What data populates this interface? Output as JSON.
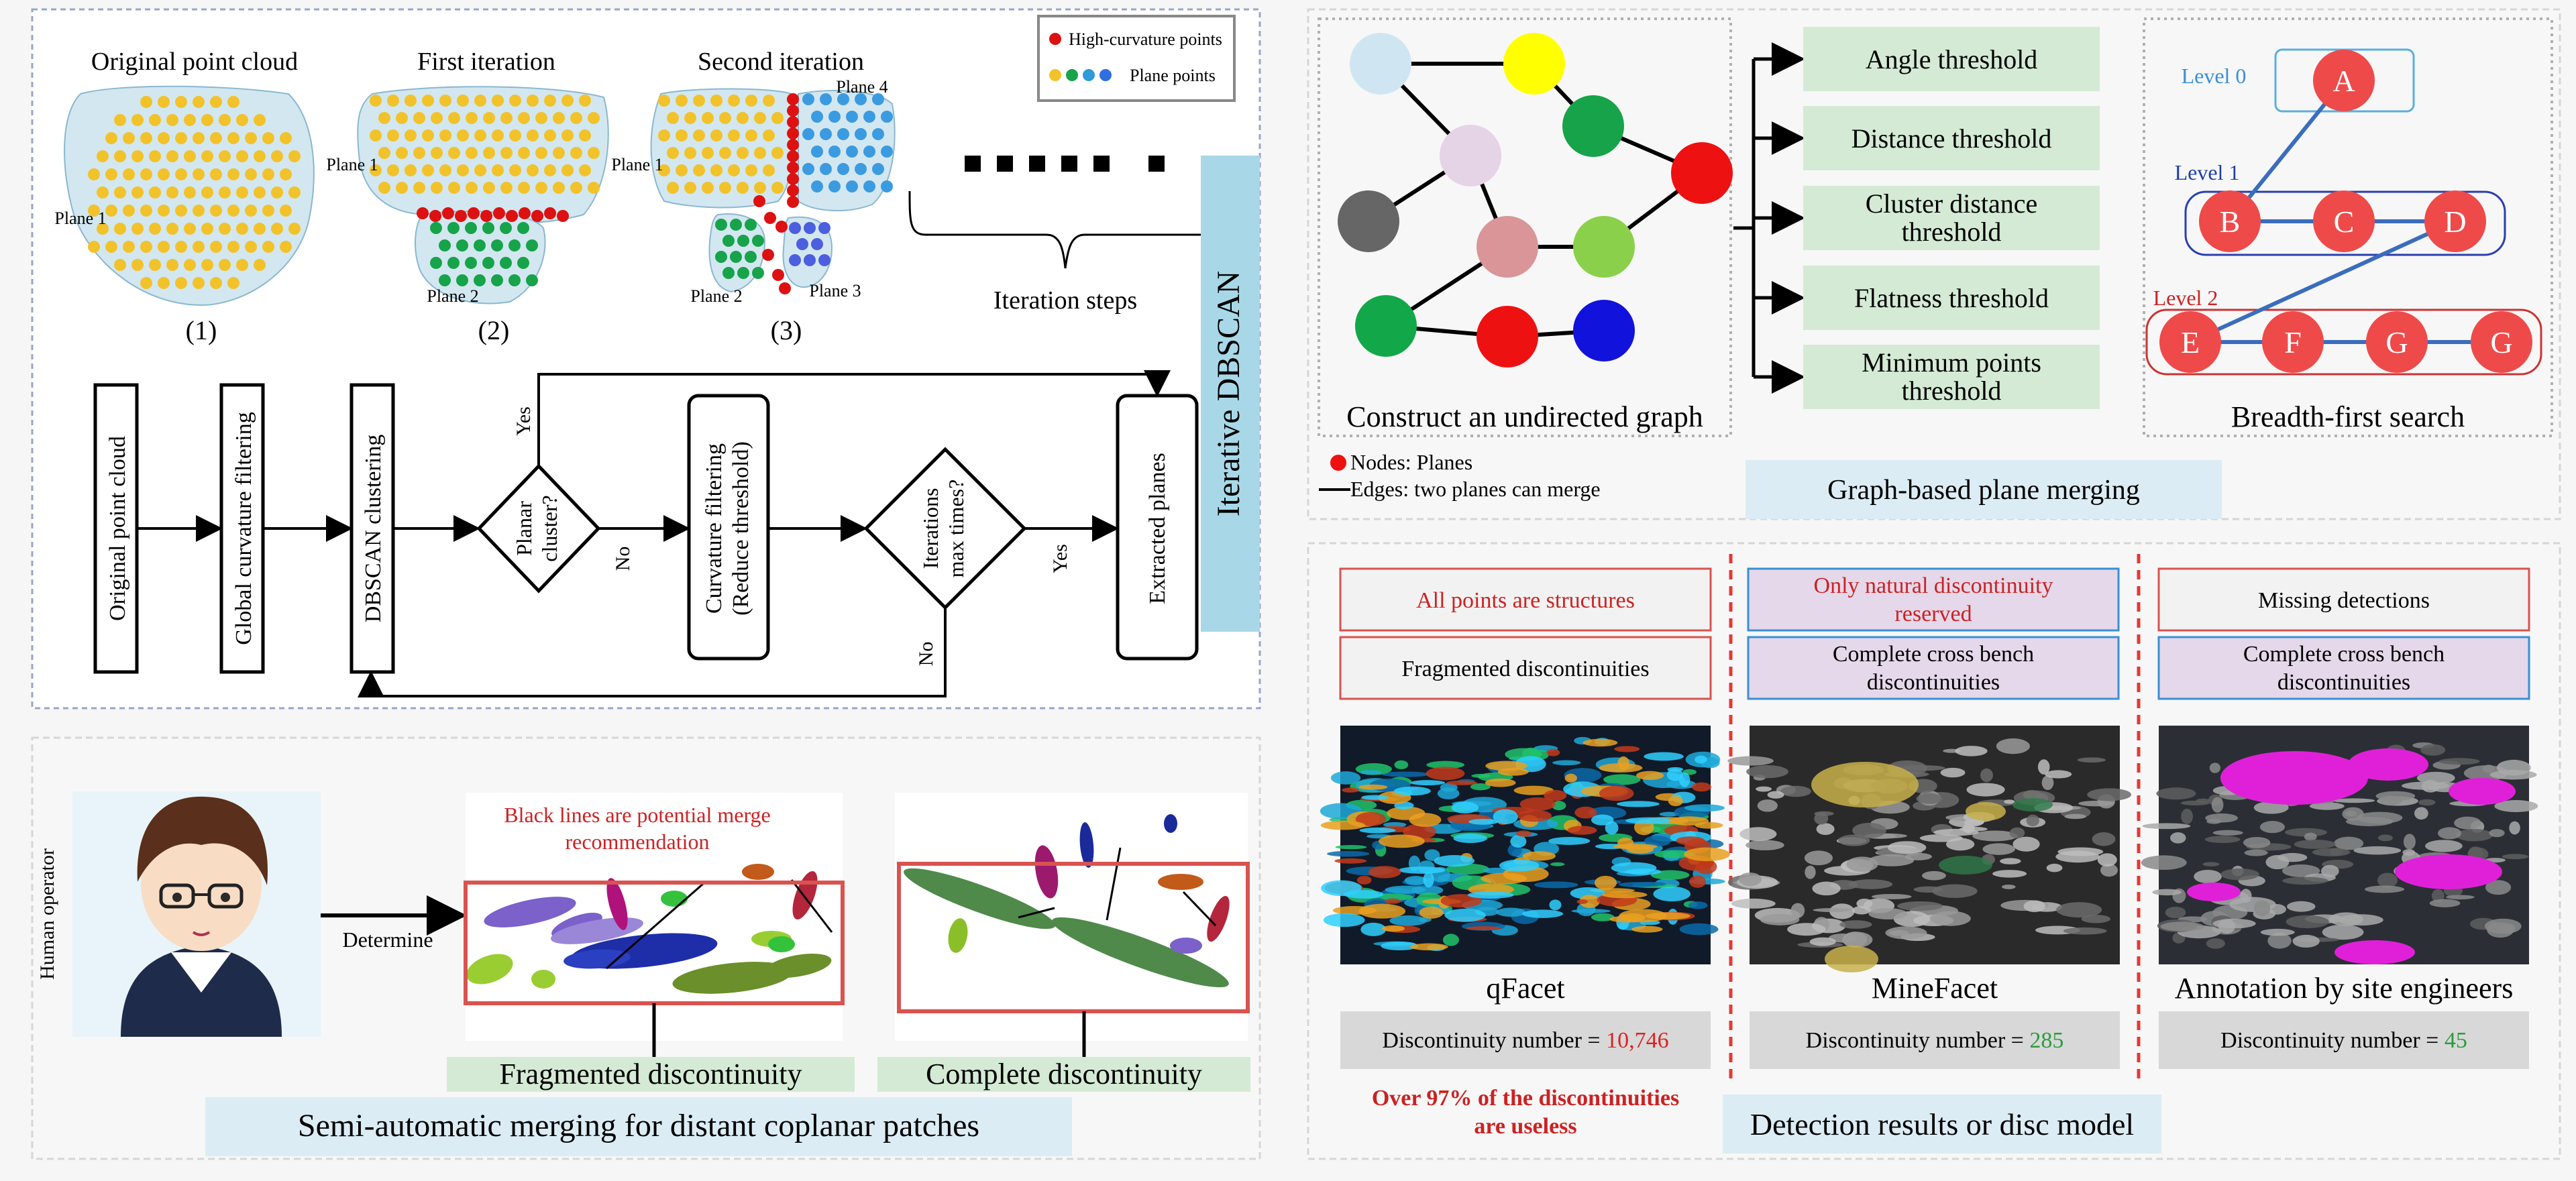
{
  "iterative": {
    "stage_titles": [
      "Original point cloud",
      "First iteration",
      "Second iteration"
    ],
    "stage_numbers": [
      "(1)",
      "(2)",
      "(3)"
    ],
    "plane_labels": {
      "p1a": "Plane 1",
      "p1b": "Plane 1",
      "p1c": "Plane 1",
      "p2a": "Plane 2",
      "p2b": "Plane 2",
      "p3": "Plane 3",
      "p4": "Plane 4"
    },
    "legend": {
      "high_curv": "High-curvature points",
      "plane_pts": "Plane points",
      "colors": {
        "high": "#dd1111",
        "p1": "#f2c22b",
        "p2": "#16a34a",
        "p3": "#2f7ff0",
        "p4": "#2f6fe0"
      }
    },
    "iteration_steps": "Iteration steps",
    "side_title": "Iterative DBSCAN",
    "flow": {
      "original": "Original point cloud",
      "global": "Global curvature filtering",
      "dbscan": "DBSCAN clustering",
      "planar": [
        "Planar",
        "cluster?"
      ],
      "curv": [
        "Curvature filtering",
        "(Reduce threshold)"
      ],
      "iter": [
        "Iterations",
        "max times?"
      ],
      "extracted": "Extracted planes",
      "yes1": "Yes",
      "no1": "No",
      "yes2": "Yes",
      "no2": "No"
    }
  },
  "graph": {
    "caption": "Construct an undirected graph",
    "legend_nodes": "Nodes: Planes",
    "legend_edges": "Edges: two planes can merge",
    "thresholds": [
      "Angle threshold",
      "Distance threshold",
      [
        "Cluster distance",
        "threshold"
      ],
      "Flatness threshold",
      [
        "Minimum points",
        "threshold"
      ]
    ],
    "bfs": {
      "levels": [
        "Level 0",
        "Level 1",
        "Level 2"
      ],
      "nodes0": [
        "A"
      ],
      "nodes1": [
        "B",
        "C",
        "D"
      ],
      "nodes2": [
        "E",
        "F",
        "G",
        "G"
      ],
      "caption": "Breadth-first search"
    },
    "section_title": "Graph-based plane merging",
    "node_colors": [
      "#cfe6f2",
      "#ffff00",
      "#16a34a",
      "#ee1111",
      "#666666",
      "#e5d3e6",
      "#d99598",
      "#8bd04a",
      "#12a84a",
      "#ee1111",
      "#1212dd"
    ]
  },
  "semi": {
    "operator": "Human operator",
    "determine": "Determine",
    "rec": [
      "Black lines are potential merge",
      "recommendation"
    ],
    "frag": "Fragmented discontinuity",
    "complete": "Complete discontinuity",
    "title": "Semi-automatic merging  for distant coplanar patches"
  },
  "results": {
    "cols": [
      {
        "tags": [
          "All points are structures",
          "Fragmented discontinuities"
        ],
        "name": "qFacet",
        "count_label": "Discontinuity number = ",
        "count": "10,746",
        "count_color": "#dd2222"
      },
      {
        "tags": [
          [
            "Only natural discontinuity",
            "reserved"
          ],
          [
            "Complete cross bench",
            "discontinuities"
          ]
        ],
        "name": "MineFacet",
        "count_label": "Discontinuity number = ",
        "count": "285",
        "count_color": "#2a9d3a"
      },
      {
        "tags": [
          "Missing detections",
          [
            "Complete cross bench",
            "discontinuities"
          ]
        ],
        "name": "Annotation by site engineers",
        "count_label": "Discontinuity number = ",
        "count": "45",
        "count_color": "#2a9d3a"
      }
    ],
    "warning": [
      "Over 97% of the discontinuities",
      "are useless"
    ],
    "title": "Detection results or disc model"
  }
}
